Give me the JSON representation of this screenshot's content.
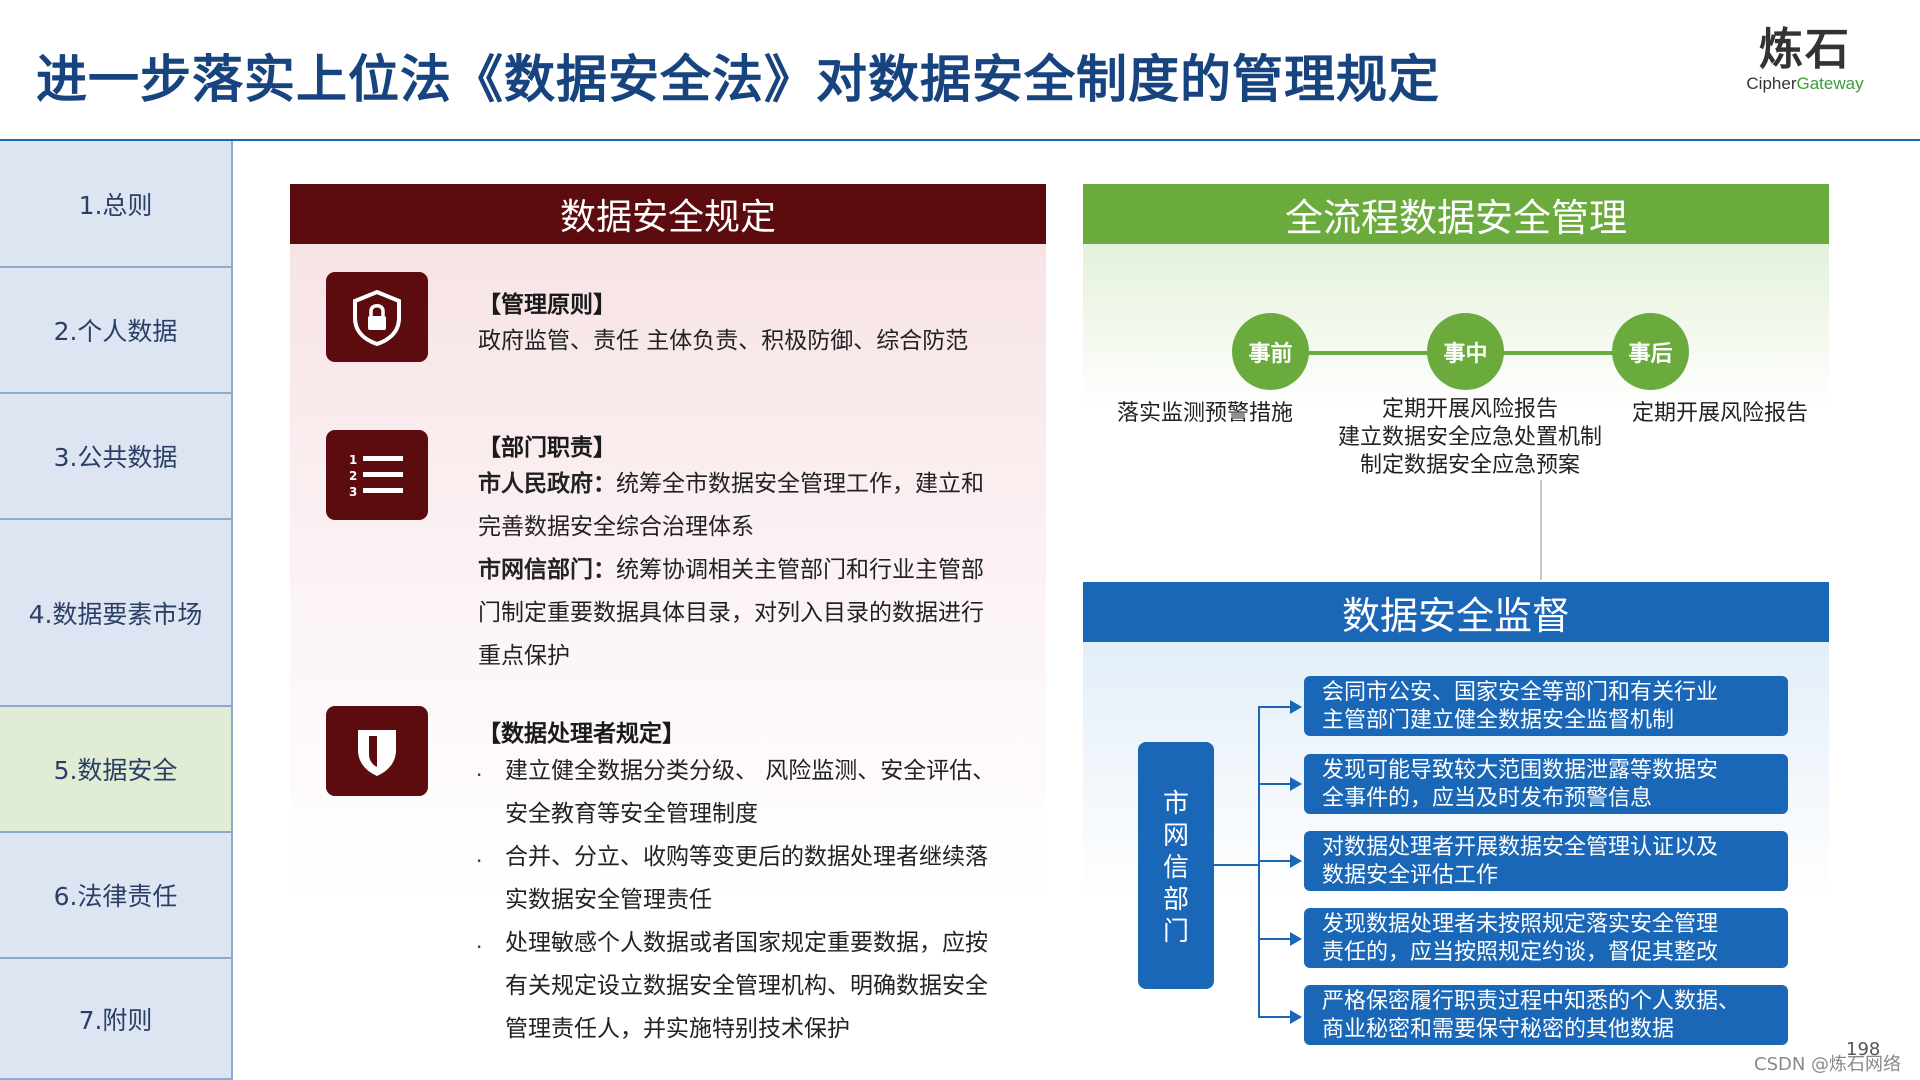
{
  "header": {
    "title": "进一步落实上位法《数据安全法》对数据安全制度的管理规定",
    "logo_mark": "炼石",
    "logo_text_a": "Cipher",
    "logo_text_b": "Gateway"
  },
  "sidebar": {
    "items": [
      {
        "label": "1.总则"
      },
      {
        "label": "2.个人数据"
      },
      {
        "label": "3.公共数据"
      },
      {
        "label": "4.数据要素市场"
      },
      {
        "label": "5.数据安全",
        "active": true
      },
      {
        "label": "6.法律责任"
      },
      {
        "label": "7.附则"
      }
    ]
  },
  "left_panel": {
    "title": "数据安全规定",
    "sections": [
      {
        "icon": "shield-lock-icon",
        "title": "【管理原则】",
        "text": "政府监管、责任 主体负责、积极防御、综合防范"
      },
      {
        "icon": "numbered-list-icon",
        "title": "【部门职责】",
        "entries": [
          {
            "label": "市人民政府：",
            "lines": [
              "统筹全市数据安全管理工作，建立和",
              "完善数据安全综合治理体系"
            ]
          },
          {
            "label": "市网信部门：",
            "lines": [
              "统筹协调相关主管部门和行业主管部",
              "门制定重要数据具体目录，对列入目录的数据进行",
              "重点保护"
            ]
          }
        ]
      },
      {
        "icon": "shield-icon",
        "title": "【数据处理者规定】",
        "bullets": [
          [
            "建立健全数据分类分级、 风险监测、安全评估、",
            "安全教育等安全管理制度"
          ],
          [
            "合并、分立、收购等变更后的数据处理者继续落",
            "实数据安全管理责任"
          ],
          [
            "处理敏感个人数据或者国家规定重要数据，应按",
            "有关规定设立数据安全管理机构、明确数据安全",
            "管理责任人，并实施特别技术保护"
          ]
        ]
      }
    ]
  },
  "process_panel": {
    "title": "全流程数据安全管理",
    "stages": [
      {
        "label": "事前",
        "lines": [
          "落实监测预警措施"
        ]
      },
      {
        "label": "事中",
        "lines": [
          "定期开展风险报告",
          "建立数据安全应急处置机制",
          "制定数据安全应急预案"
        ]
      },
      {
        "label": "事后",
        "lines": [
          "定期开展风险报告"
        ]
      }
    ]
  },
  "supervision_panel": {
    "title": "数据安全监督",
    "department": "市网信部门",
    "duties": [
      [
        "会同市公安、国家安全等部门和有关行业",
        "主管部门建立健全数据安全监督机制"
      ],
      [
        "发现可能导致较大范围数据泄露等数据安",
        "全事件的，应当及时发布预警信息"
      ],
      [
        "对数据处理者开展数据安全管理认证以及",
        "数据安全评估工作"
      ],
      [
        "发现数据处理者未按照规定落实安全管理",
        "责任的，应当按照规定约谈，督促其整改"
      ],
      [
        "严格保密履行职责过程中知悉的个人数据、",
        "商业秘密和需要保守秘密的其他数据"
      ]
    ]
  },
  "footer": {
    "page_number": "198",
    "watermark": "CSDN @炼石网络"
  },
  "colors": {
    "title": "#17437e",
    "maroon": "#5c0b0e",
    "green": "#6bab3d",
    "blue": "#1a67b8",
    "sidebar_bg": "#dde5f2",
    "sidebar_active": "#e0edd4"
  }
}
